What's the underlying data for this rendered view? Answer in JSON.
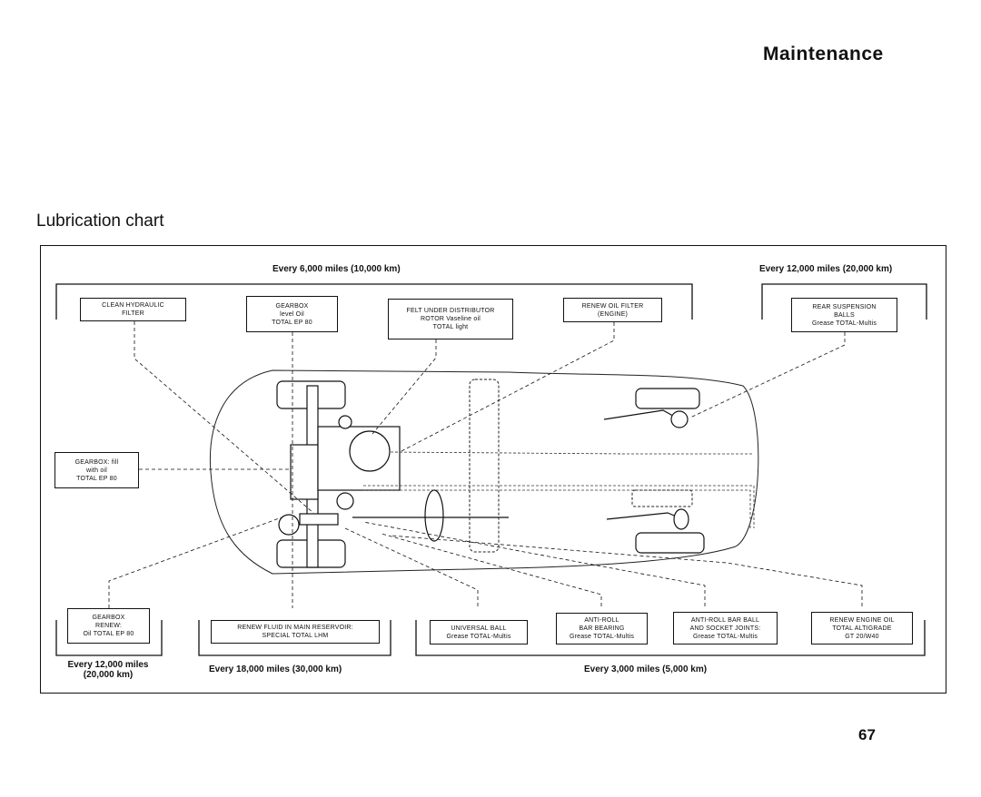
{
  "header": {
    "section_title": "Maintenance"
  },
  "chart": {
    "title": "Lubrication chart"
  },
  "intervals": {
    "top_6000": "Every 6,000 miles (10,000 km)",
    "top_12000": "Every 12,000 miles (20,000 km)",
    "bottom_12000_line1": "Every 12,000 miles",
    "bottom_12000_line2": "(20,000 km)",
    "bottom_18000": "Every 18,000 miles (30,000 km)",
    "bottom_3000": "Every 3,000 miles (5,000 km)"
  },
  "labels": {
    "hydraulic_filter": [
      "CLEAN HYDRAULIC",
      "FILTER"
    ],
    "gearbox_level": [
      "GEARBOX",
      "level Oil",
      "TOTAL EP 80"
    ],
    "distributor": [
      "FELT UNDER DISTRIBUTOR",
      "ROTOR Vaseline oil",
      "TOTAL light"
    ],
    "oil_filter": [
      "RENEW OIL FILTER",
      "(ENGINE)"
    ],
    "rear_suspension": [
      "REAR SUSPENSION",
      "BALLS",
      "Grease TOTAL-Multis"
    ],
    "gearbox_fill": [
      "GEARBOX: fill",
      "with oil",
      "TOTAL EP 80"
    ],
    "gearbox_renew": [
      "GEARBOX",
      "RENEW:",
      "Oil TOTAL EP 80"
    ],
    "reservoir": [
      "RENEW FLUID IN MAIN RESERVOIR:",
      "SPECIAL TOTAL LHM"
    ],
    "universal_ball": [
      "UNIVERSAL BALL",
      "Grease TOTAL-Multis"
    ],
    "anti_roll_bearing": [
      "ANTI-ROLL",
      "BAR BEARING",
      "Grease TOTAL-Multis"
    ],
    "anti_roll_joints": [
      "ANTI-ROLL BAR BALL",
      "AND SOCKET JOINTS:",
      "Grease TOTAL-Multis"
    ],
    "engine_oil": [
      "RENEW ENGINE OIL",
      "TOTAL ALTIGRADE",
      "GT 20/W40"
    ]
  },
  "footer": {
    "page_number": "67"
  }
}
